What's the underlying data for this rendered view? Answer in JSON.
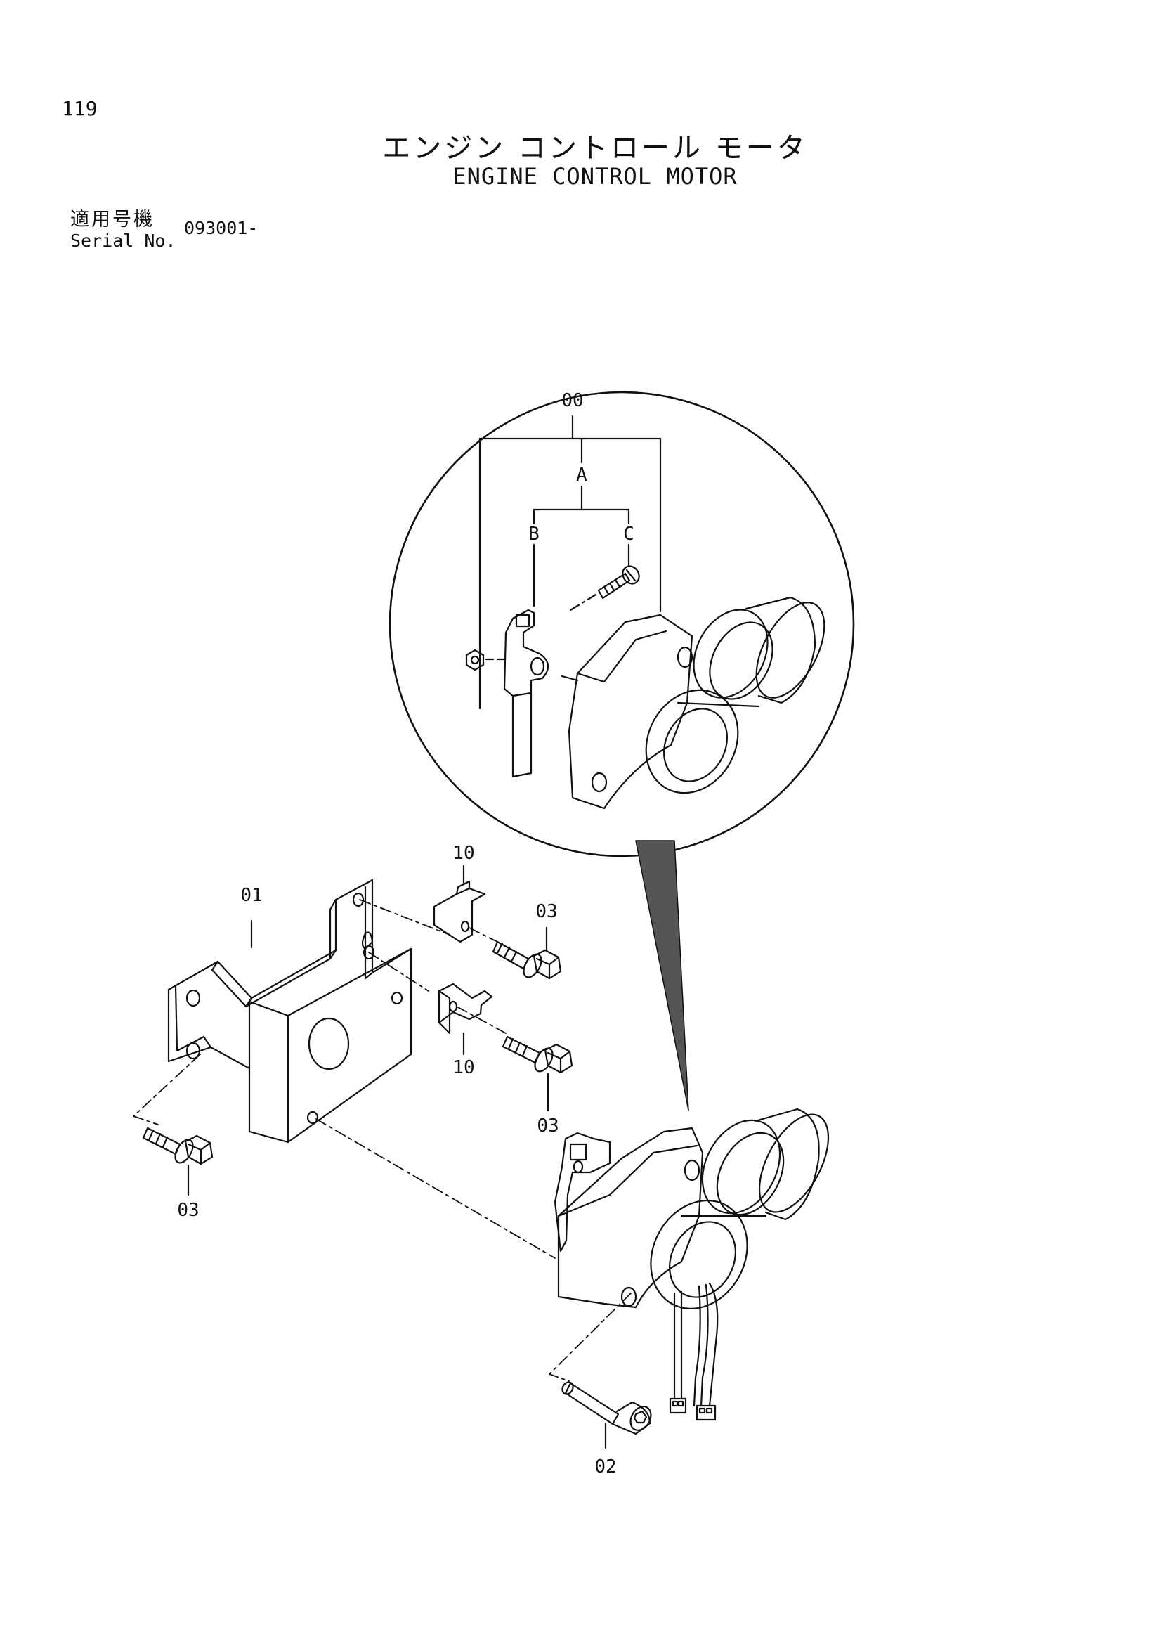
{
  "header": {
    "page_number": "119",
    "title_jp": "エンジン コントロール モータ",
    "title_en": "ENGINE CONTROL MOTOR",
    "serial_label_jp": "適用号機",
    "serial_label_en": "Serial No.",
    "serial_value": "093001-"
  },
  "callouts": {
    "assembly": "00",
    "sub_a": "A",
    "sub_b": "B",
    "sub_c": "C",
    "bracket": "01",
    "socket_bolt": "02",
    "bolt_left": "03",
    "bolt_upper": "03",
    "bolt_lower": "03",
    "plate_upper": "10",
    "plate_lower": "10"
  }
}
